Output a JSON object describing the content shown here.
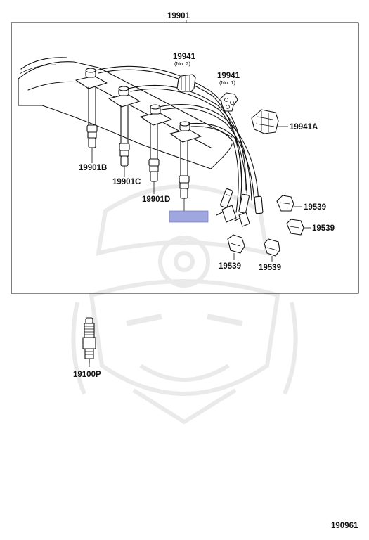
{
  "labels": {
    "assembly": "19901",
    "clamp_no2": "19941",
    "clamp_no2_sub": "(No. 2)",
    "clamp_no1": "19941",
    "clamp_no1_sub": "(No. 1)",
    "clamp_a": "19941A",
    "cord_b": "19901B",
    "cord_c": "19901C",
    "cord_d": "19901D",
    "holder_1": "19539",
    "holder_2": "19539",
    "holder_3": "19539",
    "holder_4": "19539",
    "spark_plug": "19100P",
    "diagram_number": "190961"
  },
  "colors": {
    "highlight": "#9fa6e0",
    "ink": "#111111",
    "watermark": "#d9d9d9"
  }
}
